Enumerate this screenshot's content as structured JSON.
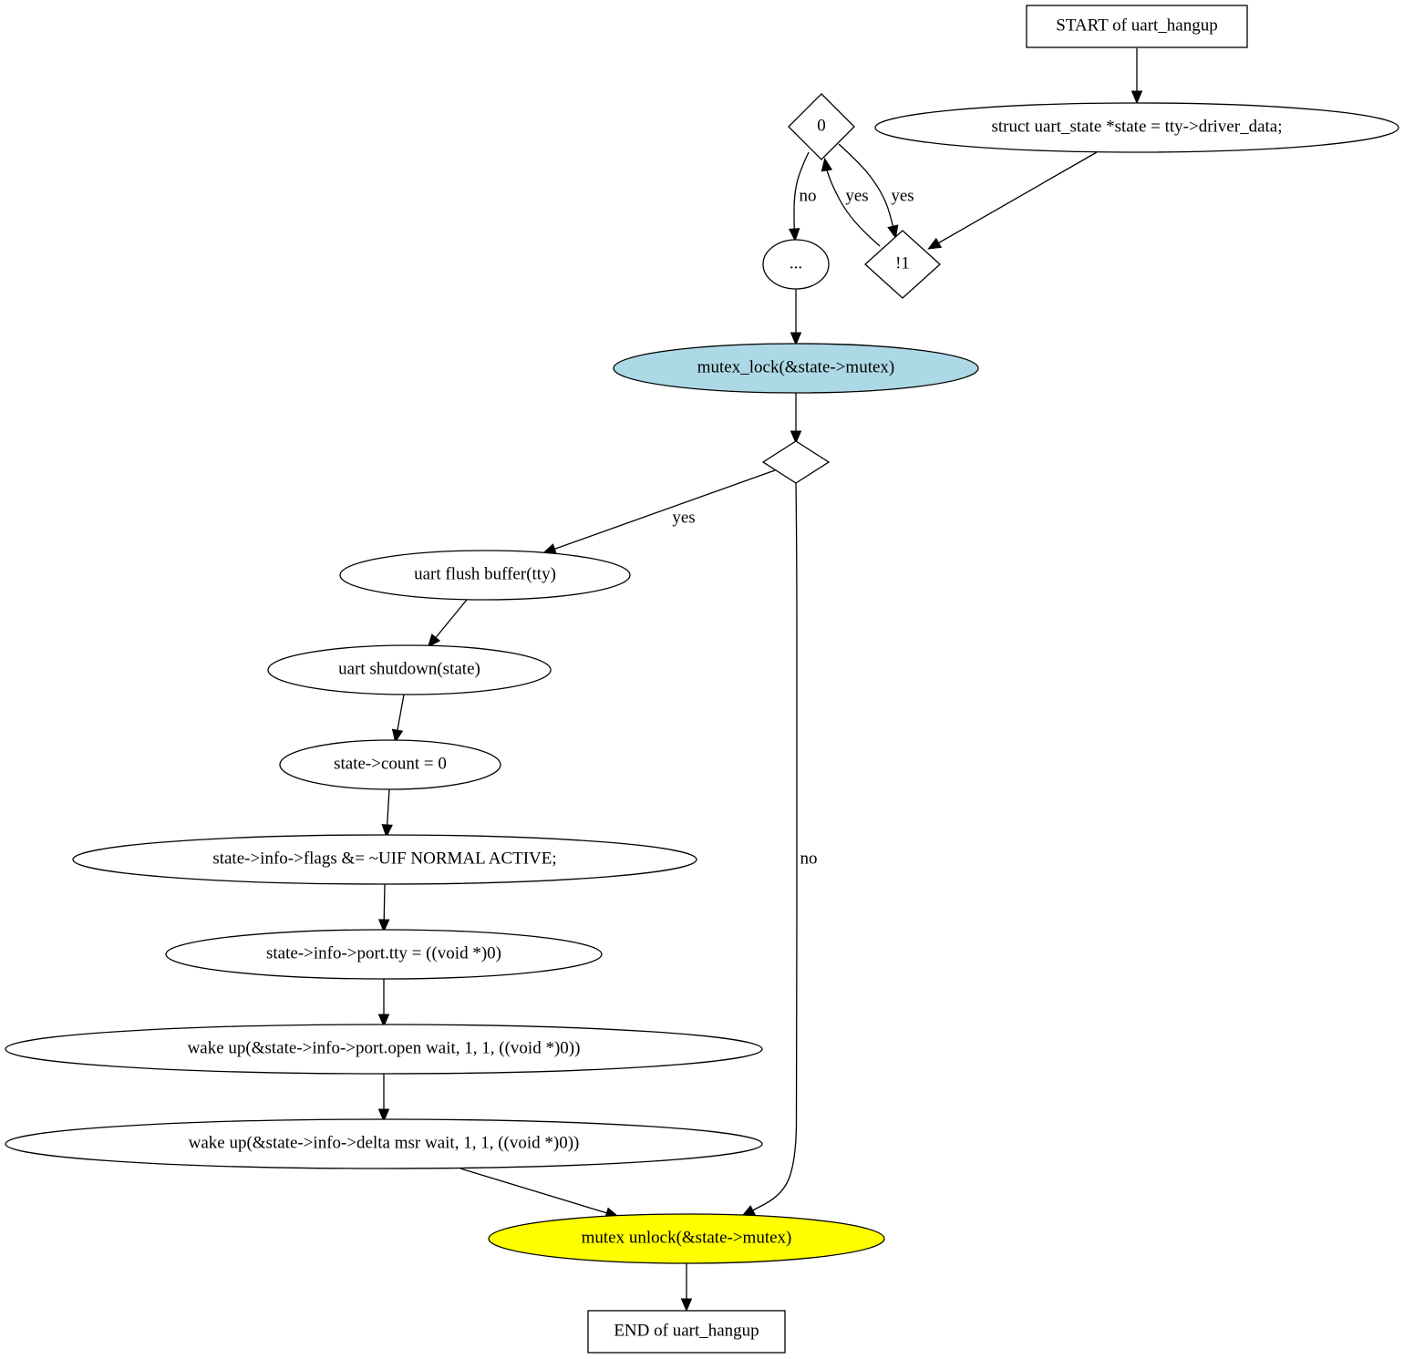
{
  "colors": {
    "background": "#ffffff",
    "stroke": "#000000",
    "default_fill": "#ffffff",
    "lock_fill": "#add8e6",
    "unlock_fill": "#ffff00"
  },
  "nodes": {
    "start": {
      "label": "START of uart_hangup",
      "shape": "box"
    },
    "state_decl": {
      "label": "struct uart_state *state = tty->driver_data;",
      "shape": "ellipse"
    },
    "cond_zero": {
      "label": "0",
      "shape": "diamond"
    },
    "cond_not_one": {
      "label": "!1",
      "shape": "diamond"
    },
    "ellipsis": {
      "label": "...",
      "shape": "ellipse"
    },
    "mutex_lock": {
      "label": "mutex_lock(&state->mutex)",
      "shape": "ellipse",
      "fill": "lock_fill"
    },
    "cond_flags": {
      "label": "",
      "shape": "diamond"
    },
    "flush_buffer": {
      "label": "uart  flush  buffer(tty)",
      "shape": "ellipse"
    },
    "shutdown": {
      "label": "uart  shutdown(state)",
      "shape": "ellipse"
    },
    "count_zero": {
      "label": "state->count = 0",
      "shape": "ellipse"
    },
    "clear_flags": {
      "label": "state->info->flags &= ~UIF  NORMAL  ACTIVE;",
      "shape": "ellipse"
    },
    "port_tty": {
      "label": "state->info->port.tty = ((void *)0)",
      "shape": "ellipse"
    },
    "wake_open": {
      "label": "wake  up(&state->info->port.open  wait, 1, 1, ((void *)0))",
      "shape": "ellipse"
    },
    "wake_delta": {
      "label": "wake  up(&state->info->delta  msr  wait, 1, 1, ((void *)0))",
      "shape": "ellipse"
    },
    "mutex_unlock": {
      "label": "mutex  unlock(&state->mutex)",
      "shape": "ellipse",
      "fill": "unlock_fill"
    },
    "end": {
      "label": "END of uart_hangup",
      "shape": "box"
    }
  },
  "edges": [
    {
      "from": "start",
      "to": "state_decl",
      "label": ""
    },
    {
      "from": "state_decl",
      "to": "cond_not_one",
      "label": ""
    },
    {
      "from": "cond_not_one",
      "to": "cond_zero",
      "label": "yes"
    },
    {
      "from": "cond_zero",
      "to": "cond_not_one",
      "label": "yes"
    },
    {
      "from": "cond_zero",
      "to": "ellipsis",
      "label": "no"
    },
    {
      "from": "ellipsis",
      "to": "mutex_lock",
      "label": ""
    },
    {
      "from": "mutex_lock",
      "to": "cond_flags",
      "label": ""
    },
    {
      "from": "cond_flags",
      "to": "flush_buffer",
      "label": "yes"
    },
    {
      "from": "cond_flags",
      "to": "mutex_unlock",
      "label": "no"
    },
    {
      "from": "flush_buffer",
      "to": "shutdown",
      "label": ""
    },
    {
      "from": "shutdown",
      "to": "count_zero",
      "label": ""
    },
    {
      "from": "count_zero",
      "to": "clear_flags",
      "label": ""
    },
    {
      "from": "clear_flags",
      "to": "port_tty",
      "label": ""
    },
    {
      "from": "port_tty",
      "to": "wake_open",
      "label": ""
    },
    {
      "from": "wake_open",
      "to": "wake_delta",
      "label": ""
    },
    {
      "from": "wake_delta",
      "to": "mutex_unlock",
      "label": ""
    },
    {
      "from": "mutex_unlock",
      "to": "end",
      "label": ""
    }
  ]
}
